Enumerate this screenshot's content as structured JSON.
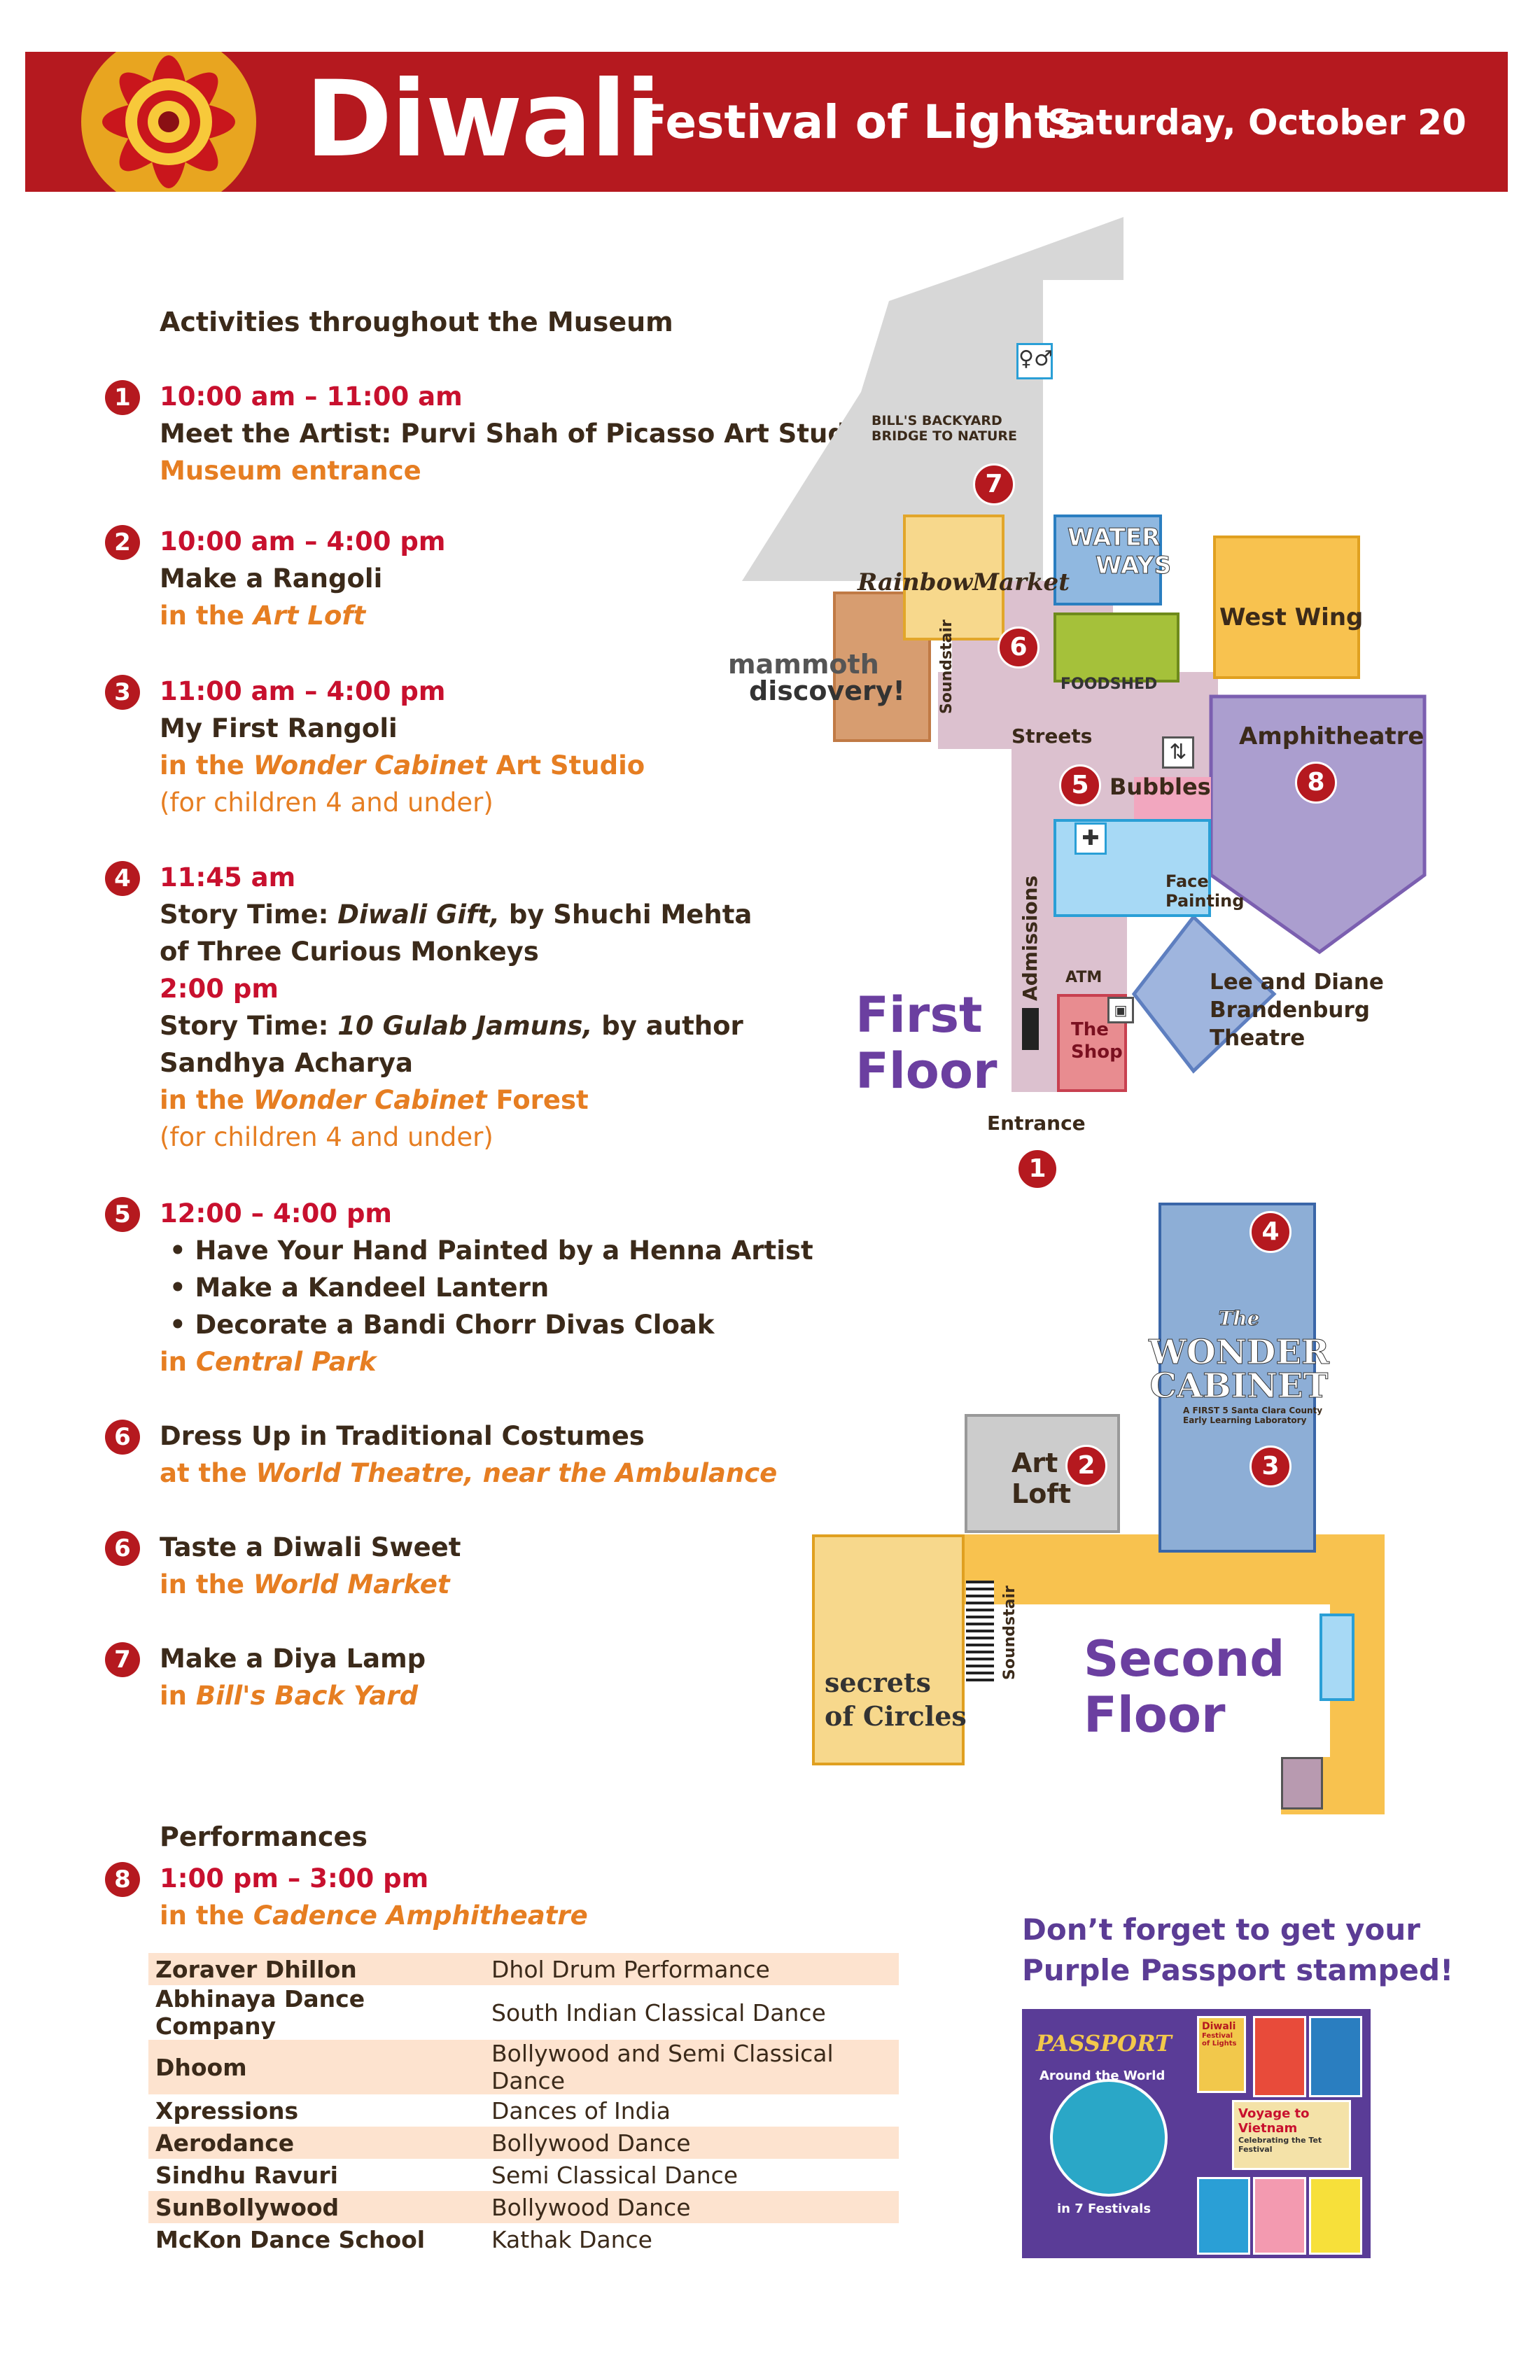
{
  "header": {
    "title": "Diwali",
    "subtitle": "Festival of Lights",
    "date": "Saturday, October 20"
  },
  "activities_heading": "Activities throughout the Museum",
  "activities": [
    {
      "num": "1",
      "time": "10:00 am – 11:00 am",
      "what": "Meet the Artist: Purvi Shah of Picasso Art Studio",
      "where": "Museum entrance"
    },
    {
      "num": "2",
      "time": "10:00 am – 4:00 pm",
      "what": "Make a Rangoli",
      "where_prefix": "in the ",
      "where_em": "Art Loft"
    },
    {
      "num": "3",
      "time": "11:00 am – 4:00 pm",
      "what": "My First Rangoli",
      "where_prefix": "in the ",
      "where_em": "Wonder Cabinet",
      "where_suffix": " Art Studio",
      "note": "(for children 4 and under)"
    },
    {
      "num": "4",
      "time": "11:45 am",
      "what1_prefix": "Story Time: ",
      "what1_em": "Diwali Gift,",
      "what1_suffix": " by Shuchi Mehta",
      "what1b": "of Three Curious Monkeys",
      "time2": "2:00 pm",
      "what2_prefix": "Story Time: ",
      "what2_em": "10 Gulab Jamuns,",
      "what2_suffix": " by author",
      "what2b": "Sandhya Acharya",
      "where_prefix": "in the ",
      "where_em": "Wonder Cabinet",
      "where_suffix": " Forest",
      "note": "(for children 4 and under)"
    },
    {
      "num": "5",
      "time": "12:00 – 4:00 pm",
      "bullets": [
        "Have Your Hand Painted by a Henna Artist",
        "Make a Kandeel Lantern",
        "Decorate a Bandi Chorr Divas Cloak"
      ],
      "where_prefix": "in ",
      "where_em": "Central Park"
    },
    {
      "num": "6",
      "what": "Dress Up in Traditional Costumes",
      "where_prefix": "at the ",
      "where_em": "World Theatre, near the Ambulance"
    },
    {
      "num": "6",
      "what": "Taste a Diwali Sweet",
      "where_prefix": "in the ",
      "where_em": "World Market"
    },
    {
      "num": "7",
      "what": "Make a Diya Lamp",
      "where_prefix": "in ",
      "where_em": "Bill's Back Yard"
    }
  ],
  "performances": {
    "heading": "Performances",
    "num": "8",
    "time": "1:00 pm – 3:00 pm",
    "where_prefix": "in the ",
    "where_em": "Cadence Amphitheatre",
    "rows": [
      {
        "name": "Zoraver Dhillon",
        "desc": "Dhol Drum Performance"
      },
      {
        "name": "Abhinaya Dance Company",
        "desc": "South Indian Classical Dance"
      },
      {
        "name": "Dhoom",
        "desc": "Bollywood and Semi Classical Dance"
      },
      {
        "name": "Xpressions",
        "desc": "Dances of India"
      },
      {
        "name": "Aerodance",
        "desc": "Bollywood Dance"
      },
      {
        "name": "Sindhu Ravuri",
        "desc": "Semi Classical Dance"
      },
      {
        "name": "SunBollywood",
        "desc": "Bollywood Dance"
      },
      {
        "name": "McKon Dance School",
        "desc": "Kathak Dance"
      }
    ]
  },
  "map": {
    "first_floor": {
      "label_line1": "First",
      "label_line2": "Floor",
      "bills_backyard": "BILL'S BACKYARD",
      "bridge": "BRIDGE TO NATURE",
      "rainbow_market": "RainbowMarket",
      "water_ways_1": "WATER",
      "water_ways_2": "WAYS",
      "mammoth_1": "mammoth",
      "mammoth_2": "discovery!",
      "foodshed": "FOODSHED",
      "west_wing": "West Wing",
      "amphitheatre": "Amphitheatre",
      "streets": "Streets",
      "bubbles": "Bubbles",
      "soundstair": "Soundstair",
      "admissions": "Admissions",
      "face_1": "Face",
      "face_2": "Painting",
      "atm": "ATM",
      "shop_1": "The",
      "shop_2": "Shop",
      "theatre_1": "Lee and Diane",
      "theatre_2": "Brandenburg",
      "theatre_3": "Theatre",
      "entrance": "Entrance",
      "markers": [
        "7",
        "6",
        "5",
        "8",
        "1"
      ]
    },
    "second_floor": {
      "label_line1": "Second",
      "label_line2": "Floor",
      "art_1": "Art",
      "art_2": "Loft",
      "wonder_1": "The",
      "wonder_2": "WONDER",
      "wonder_3": "CABINET",
      "wonder_4": "A FIRST 5 Santa Clara County",
      "wonder_5": "Early Learning Laboratory",
      "secrets_1": "secrets",
      "secrets_2": "of Circles",
      "soundstair": "Soundstair",
      "markers": [
        "4",
        "2",
        "3"
      ]
    }
  },
  "passport": {
    "line1": "Don’t forget to get your",
    "line2": "Purple Passport stamped!",
    "book_title": "PASSPORT",
    "around": "Around the World",
    "festivals": "in 7 Festivals",
    "card1": "Diwali",
    "card2": "Festival of Lights",
    "card3": "Voyage to Vietnam",
    "card4": "Celebrating the Tet Festival"
  },
  "colors": {
    "header_red": "#b5191f",
    "time_red": "#c8102e",
    "where_orange": "#e67e22",
    "floor_purple": "#6b3fa0",
    "passport_purple": "#5a3c97"
  }
}
